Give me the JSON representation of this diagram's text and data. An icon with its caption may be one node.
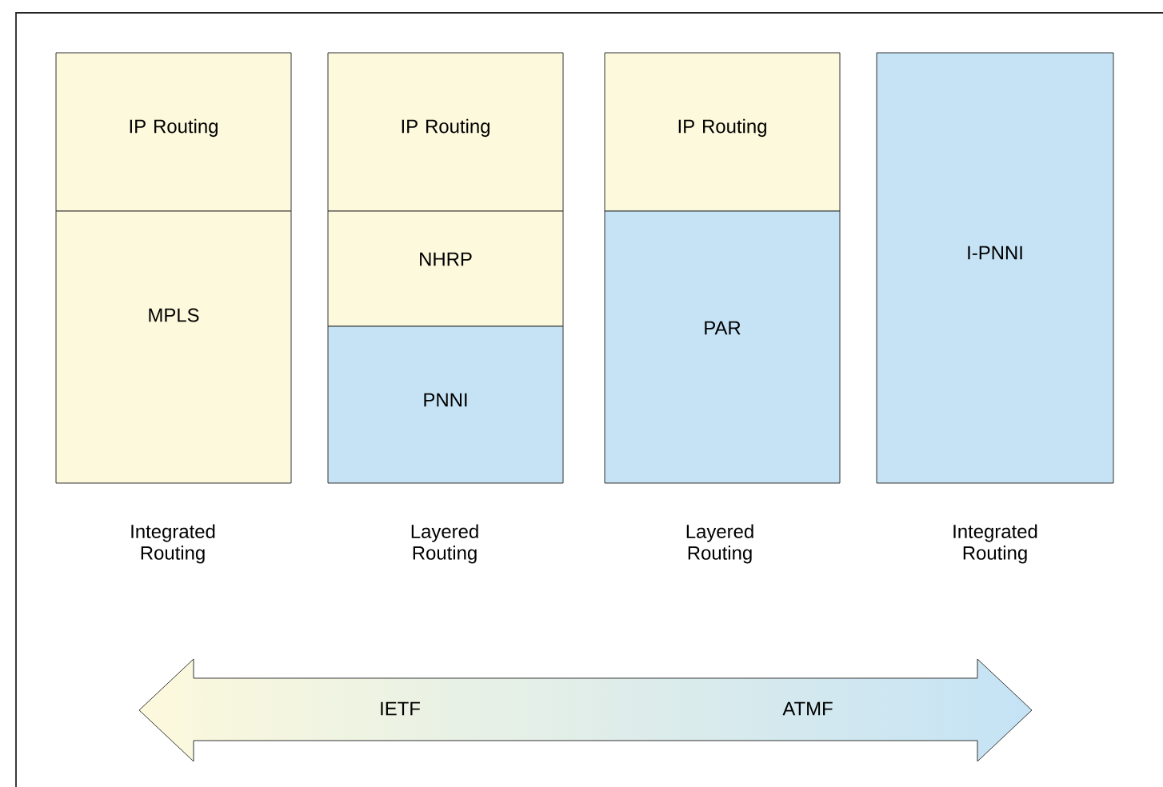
{
  "diagram": {
    "nodes": [
      {
        "text": [
          "IP Routing"
        ]
      },
      {
        "text": [
          "MPLS"
        ]
      },
      {
        "text": [
          "IP Routing"
        ]
      },
      {
        "text": [
          "NHRP"
        ]
      },
      {
        "text": [
          "PNNI"
        ]
      },
      {
        "text": [
          "IP Routing"
        ]
      },
      {
        "text": [
          "PAR"
        ]
      },
      {
        "text": [
          "I-PNNI"
        ]
      }
    ],
    "labels": [
      "Integrated Routing",
      "Layered Routing",
      "Layered Routing",
      "Integrated Routing",
      "IETF",
      "ATMF"
    ]
  }
}
